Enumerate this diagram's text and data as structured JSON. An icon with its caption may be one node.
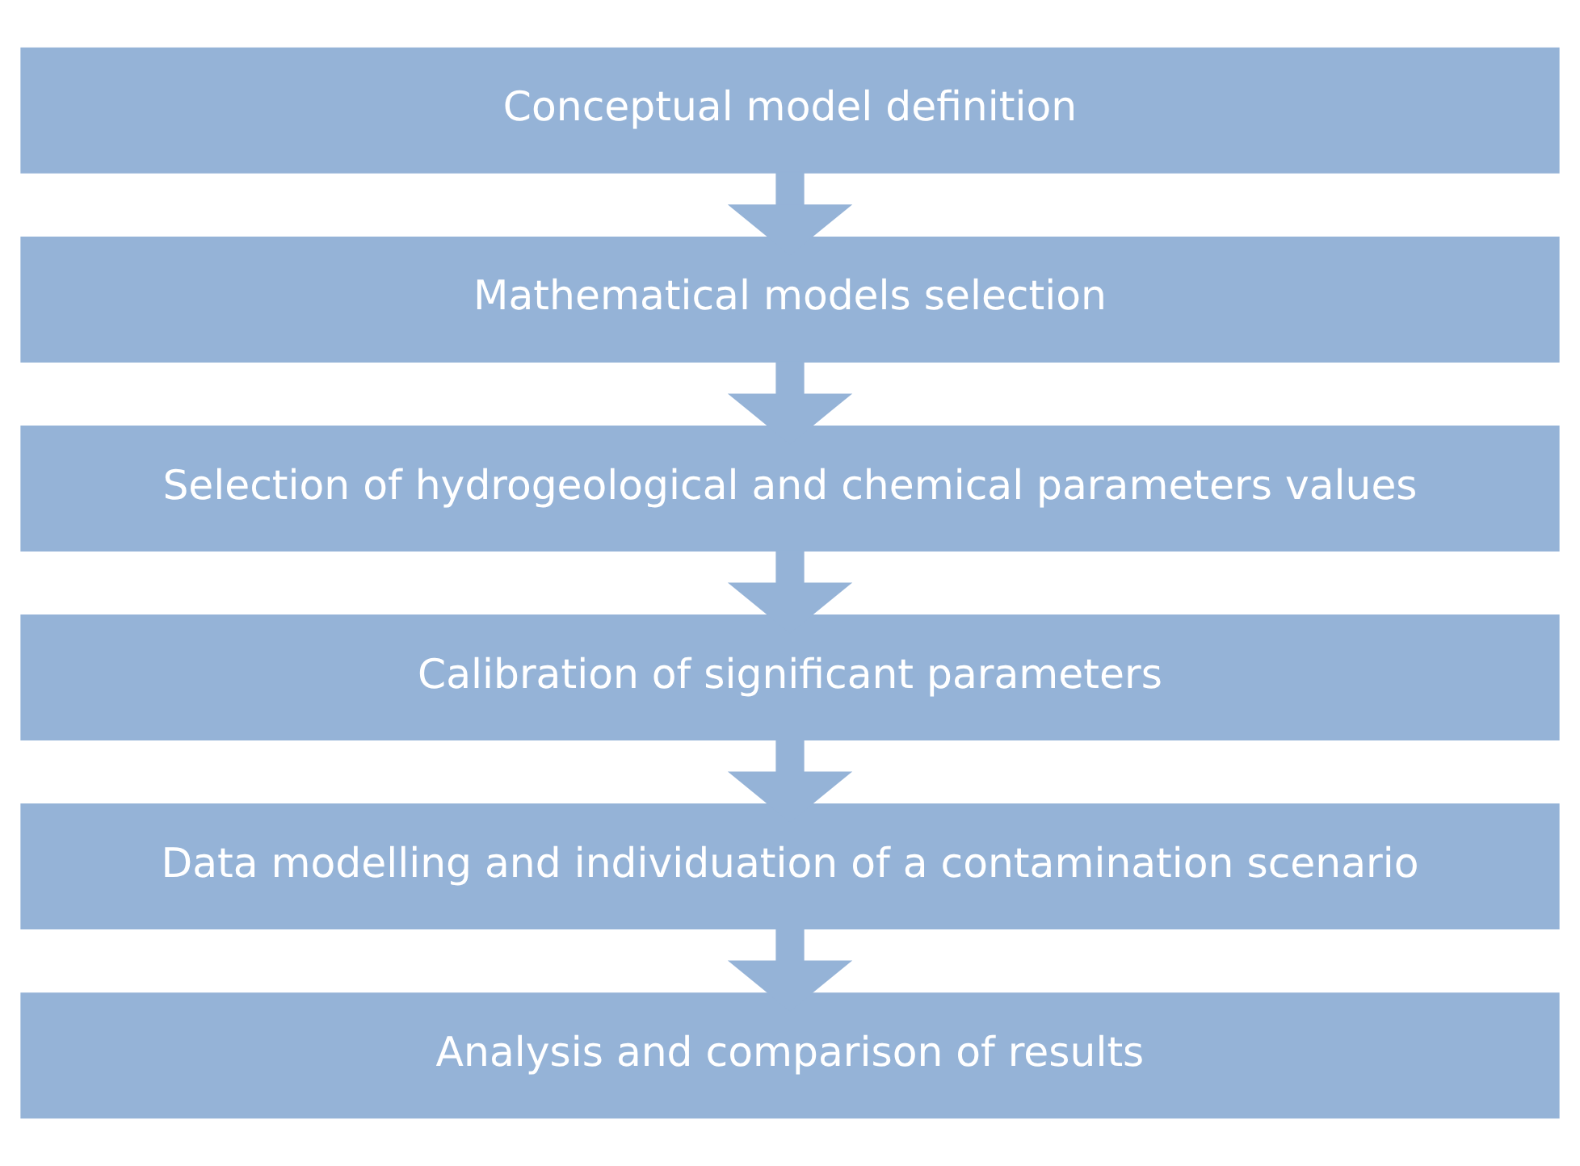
{
  "diagram": {
    "nodes": [
      {
        "text": [
          "Conceptual model definition"
        ]
      },
      {
        "text": [
          "Mathematical models selection"
        ]
      },
      {
        "text": [
          "Selection of hydrogeological and chemical parameters values"
        ]
      },
      {
        "text": [
          "Calibration of significant parameters"
        ]
      },
      {
        "text": [
          "Data modelling and individuation of a contamination scenario"
        ]
      },
      {
        "text": [
          "Analysis and comparison of results"
        ]
      }
    ],
    "edges": [
      {
        "from": 0,
        "to": 1,
        "arrow": "to"
      },
      {
        "from": 1,
        "to": 2,
        "arrow": "to"
      },
      {
        "from": 2,
        "to": 3,
        "arrow": "to"
      },
      {
        "from": 3,
        "to": 4,
        "arrow": "to"
      },
      {
        "from": 4,
        "to": 5,
        "arrow": "to"
      }
    ]
  }
}
